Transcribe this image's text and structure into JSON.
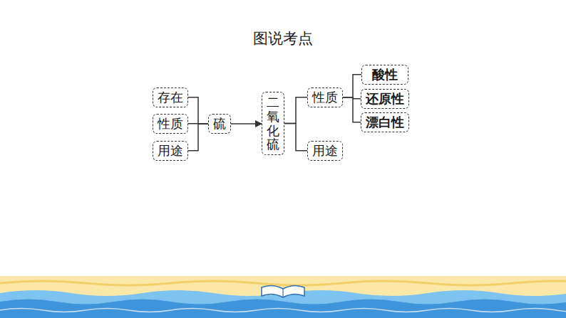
{
  "diagram": {
    "title": "图说考点",
    "nodes": [
      {
        "text": [
          "存在"
        ]
      },
      {
        "text": [
          "性质"
        ]
      },
      {
        "text": [
          "用途"
        ]
      },
      {
        "text": [
          "硫"
        ]
      },
      {
        "text": [
          "二氧化硫"
        ]
      },
      {
        "text": [
          "性质"
        ]
      },
      {
        "text": [
          "用途"
        ]
      },
      {
        "text": [
          "酸性"
        ]
      },
      {
        "text": [
          "还原性"
        ]
      },
      {
        "text": [
          "漂白性"
        ]
      }
    ],
    "edges": [
      {
        "from": 0,
        "to": 3,
        "arrow": "none"
      },
      {
        "from": 1,
        "to": 3,
        "arrow": "none"
      },
      {
        "from": 2,
        "to": 3,
        "arrow": "none"
      },
      {
        "from": 3,
        "to": 4,
        "arrow": "to"
      },
      {
        "from": 4,
        "to": 5,
        "arrow": "none"
      },
      {
        "from": 4,
        "to": 6,
        "arrow": "none"
      },
      {
        "from": 5,
        "to": 7,
        "arrow": "none"
      },
      {
        "from": 5,
        "to": 8,
        "arrow": "none"
      },
      {
        "from": 5,
        "to": 9,
        "arrow": "none"
      }
    ]
  }
}
